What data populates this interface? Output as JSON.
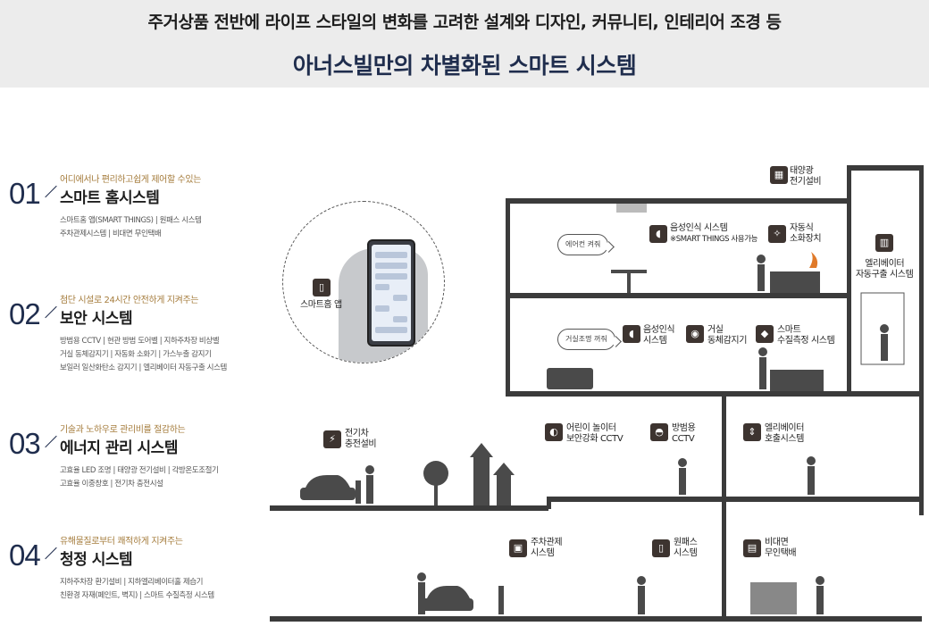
{
  "header": {
    "subtitle": "주거상품 전반에 라이프 스타일의 변화를 고려한 설계와 디자인, 커뮤니티, 인테리어 조경 등",
    "title": "아너스빌만의 차별화된 스마트 시스템"
  },
  "features": [
    {
      "num": "01",
      "tag": "어디에서나 편리하고쉽게 제어할 수있는",
      "title": "스마트 홈시스템",
      "desc1": "스마트홈 앱(SMART THINGS) | 원패스 시스템",
      "desc2": "주차관제시스템 | 비대면 무인택배",
      "desc3": ""
    },
    {
      "num": "02",
      "tag": "첨단 시설로 24시간 안전하게 지켜주는",
      "title": "보안 시스템",
      "desc1": "방범용 CCTV | 현관 방범 도어벨 | 지하주차장 비상벨",
      "desc2": "거실 동체감지기 | 자동화 소화기 | 가스누출 감지기",
      "desc3": "보일러 일산화탄소 감지기 | 엘리베이터 자동구출 시스템"
    },
    {
      "num": "03",
      "tag": "기술과 노하우로 관리비를 절감하는",
      "title": "에너지 관리 시스템",
      "desc1": "고효율 LED 조명 | 태양광 전기설비 | 각방온도조절기",
      "desc2": "고효율 이중창호 | 전기차 충전시설",
      "desc3": ""
    },
    {
      "num": "04",
      "tag": "유해물질로부터 쾌적하게 지켜주는",
      "title": "청정 시스템",
      "desc1": "지하주차장 환기설비 | 지하엘리베이터홀 제습기",
      "desc2": "친환경 자재(페인트, 벽지) | 스마트 수질측정 시스템",
      "desc3": ""
    }
  ],
  "diagram": {
    "smart_home_app": "스마트홈 앱",
    "solar1": "태양광",
    "solar2": "전기설비",
    "voice1": "음성인식 시스템",
    "voice1_sub": "※SMART THINGS 사용가능",
    "extinguisher1": "자동식",
    "extinguisher2": "소화장치",
    "aircon_bubble": "에어컨 켜줘",
    "elevator_rescue1": "엘리베이터",
    "elevator_rescue2": "자동구출 시스템",
    "living_bubble": "거실조명 꺼줘",
    "voice2a": "음성인식",
    "voice2b": "시스템",
    "motion1": "거실",
    "motion2": "동체감지기",
    "water1": "스마트",
    "water2": "수질측정 시스템",
    "ev1": "전기차",
    "ev2": "충전설비",
    "kids1": "어린이 놀이터",
    "kids2": "보안강화 CCTV",
    "cctv1": "방범용",
    "cctv2": "CCTV",
    "elev_call1": "엘리베이터",
    "elev_call2": "호출시스템",
    "parking1": "주차관제",
    "parking2": "시스템",
    "onepass1": "원패스",
    "onepass2": "시스템",
    "delivery1": "비대면",
    "delivery2": "무인택배"
  }
}
